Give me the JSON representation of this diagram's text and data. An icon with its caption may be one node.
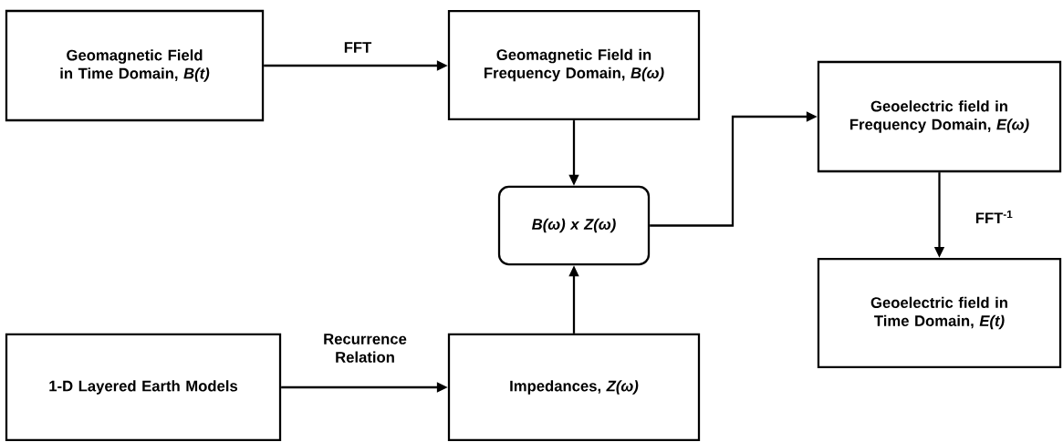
{
  "diagram": {
    "nodes": [
      {
        "text": [
          "Geomagnetic Field in Time Domain, *B(t)*"
        ]
      },
      {
        "text": [
          "Geomagnetic Field in Frequency Domain, *B(ω)*"
        ]
      },
      {
        "text": [
          "B(ω) x Z(ω)"
        ]
      },
      {
        "text": [
          "Geoelectric field in Frequency Domain, *E(ω)*"
        ]
      },
      {
        "text": [
          "Geoelectric field in Time Domain, *E(t)*"
        ]
      },
      {
        "text": [
          "1-D Layered Earth Models"
        ]
      },
      {
        "text": [
          "Impedances, *Z(ω)*"
        ]
      }
    ],
    "edges": [
      {
        "from": 0,
        "to": 1,
        "arrow": "to",
        "label": "FFT"
      },
      {
        "from": 1,
        "to": 2,
        "arrow": "to"
      },
      {
        "from": 6,
        "to": 2,
        "arrow": "to"
      },
      {
        "from": 2,
        "to": 3,
        "arrow": "to"
      },
      {
        "from": 3,
        "to": 4,
        "arrow": "to",
        "label": "FFT$^{-1}$"
      },
      {
        "from": 5,
        "to": 6,
        "arrow": "to",
        "label": "Recurrence Relation"
      }
    ]
  }
}
